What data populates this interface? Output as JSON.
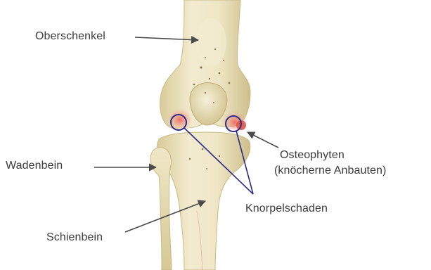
{
  "labels": {
    "femur": "Oberschenkel",
    "fibula": "Wadenbein",
    "tibia": "Schienbein",
    "osteophytes_line1": "Osteophyten",
    "osteophytes_line2": "(knöcherne Anbauten)",
    "cartilage_damage": "Knorpelschaden"
  },
  "colors": {
    "bone": "#ece3c0",
    "bone_shade": "#cfc18d",
    "cartilage_damage_red": "#e8706a",
    "marker_circle": "#2a2a86",
    "pointer_line": "#4a4a4a",
    "text": "#3c3c3c"
  }
}
